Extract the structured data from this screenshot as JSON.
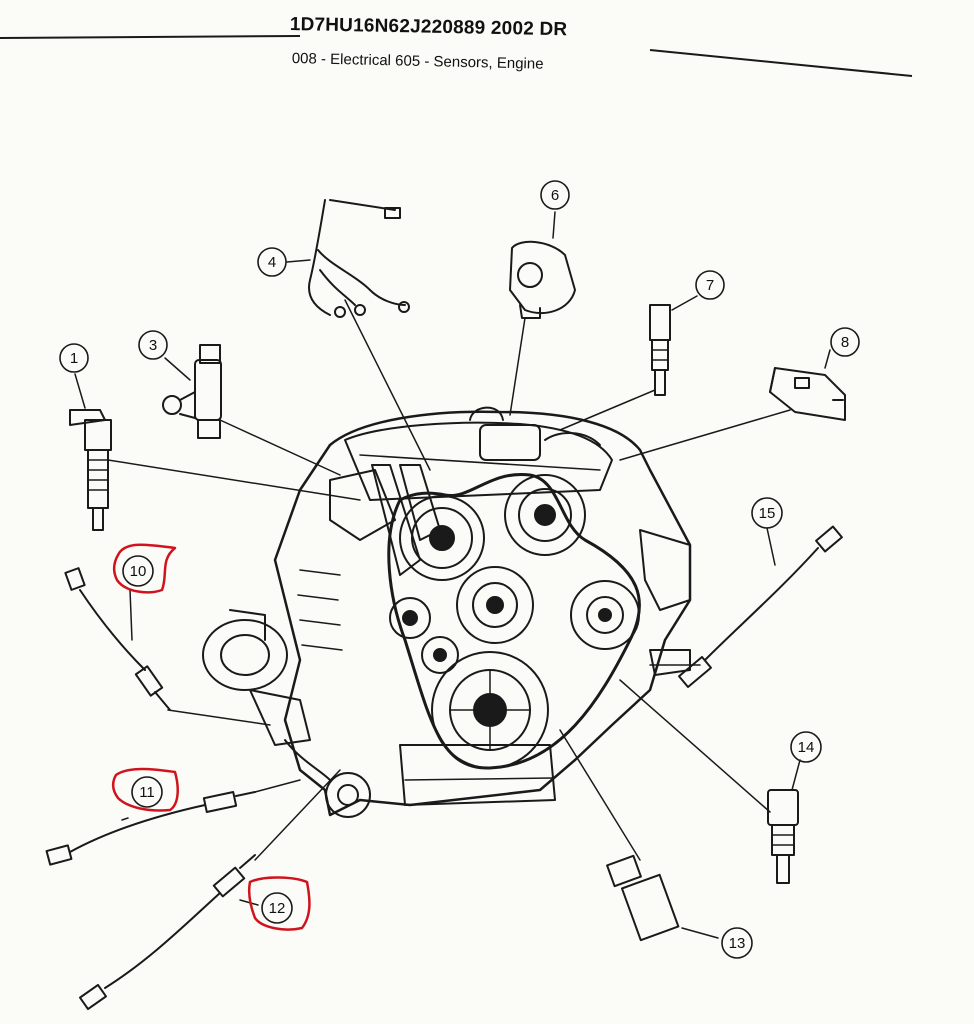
{
  "header": {
    "title": "1D7HU16N62J220889 2002 DR",
    "subtitle": "008 - Electrical   605 - Sensors, Engine"
  },
  "colors": {
    "ink": "#1a1a1a",
    "highlight": "#d0141e",
    "paper": "#fbfbf8"
  },
  "callouts": [
    {
      "number": "1",
      "highlighted": false
    },
    {
      "number": "3",
      "highlighted": false
    },
    {
      "number": "4",
      "highlighted": false
    },
    {
      "number": "6",
      "highlighted": false
    },
    {
      "number": "7",
      "highlighted": false
    },
    {
      "number": "8",
      "highlighted": false
    },
    {
      "number": "10",
      "highlighted": true
    },
    {
      "number": "11",
      "highlighted": true
    },
    {
      "number": "12",
      "highlighted": true
    },
    {
      "number": "13",
      "highlighted": false
    },
    {
      "number": "14",
      "highlighted": false
    },
    {
      "number": "15",
      "highlighted": false
    }
  ]
}
